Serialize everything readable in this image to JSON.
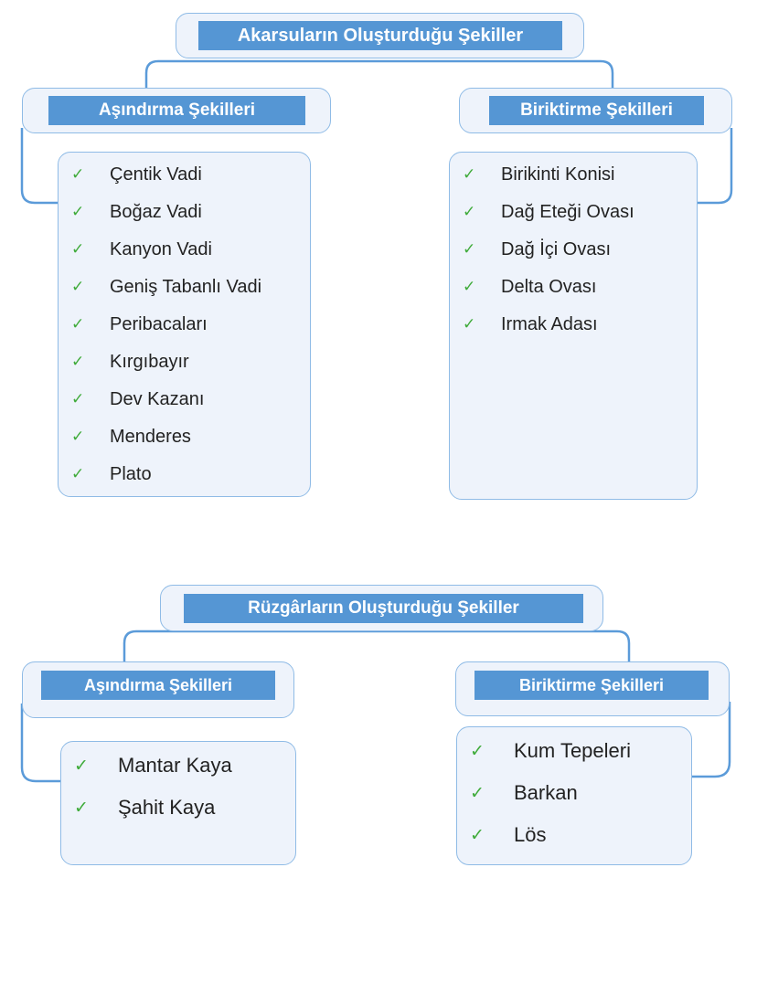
{
  "diagrams": [
    {
      "title": "Akarsuların Oluşturduğu Şekiller",
      "left_branch": {
        "title": "Aşındırma Şekilleri",
        "items": [
          "Çentik Vadi",
          "Boğaz Vadi",
          "Kanyon Vadi",
          "Geniş Tabanlı Vadi",
          "Peribacaları",
          "Kırgıbayır",
          "Dev Kazanı",
          "Menderes",
          "Plato"
        ]
      },
      "right_branch": {
        "title": "Biriktirme Şekilleri",
        "items": [
          "Birikinti Konisi",
          "Dağ Eteği Ovası",
          "Dağ İçi Ovası",
          "Delta Ovası",
          "Irmak Adası"
        ]
      }
    },
    {
      "title": "Rüzgârların Oluşturduğu Şekiller",
      "left_branch": {
        "title": "Aşındırma Şekilleri",
        "items": [
          "Mantar Kaya",
          "Şahit Kaya"
        ]
      },
      "right_branch": {
        "title": "Biriktirme Şekilleri",
        "items": [
          "Kum Tepeleri",
          "Barkan",
          "Lös"
        ]
      }
    }
  ],
  "icons": {
    "check": "✓"
  },
  "colors": {
    "band_blue": "#5596d4",
    "connector_blue": "#5b9bd9",
    "box_fill": "#eef3fb",
    "box_border": "#8fbbe6",
    "check_green": "#3fab3a"
  }
}
